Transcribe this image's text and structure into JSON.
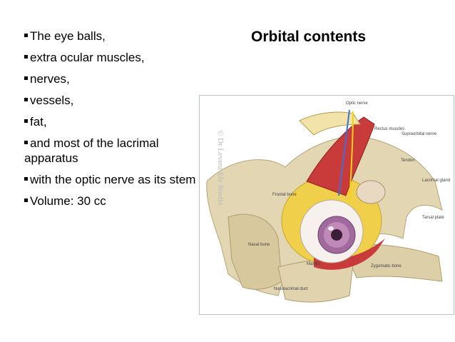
{
  "slide": {
    "title": "Orbital contents",
    "bullets": [
      "The eye balls,",
      "extra ocular muscles,",
      "nerves,",
      "vessels,",
      "fat,",
      "and most of the lacrimal apparatus",
      "with the optic nerve as its stem",
      "Volume: 30 cc"
    ]
  },
  "figure": {
    "watermark": "© Dr Levent Efe Studio",
    "labels": {
      "optic_nerve": "Optic nerve",
      "rectus": "Rectus muscles",
      "supraorbital": "Supraorbital nerve",
      "tendon": "Tendon",
      "lacrimal_gland": "Lacrimal gland",
      "frontal_bone": "Frontal bone",
      "tarsal_plate": "Tarsal plate",
      "nasal_bone": "Nasal bone",
      "maxilla": "Maxilla",
      "zygomatic": "Zygomatic bone",
      "nasolacrimal": "Nasolacrimal duct"
    }
  }
}
